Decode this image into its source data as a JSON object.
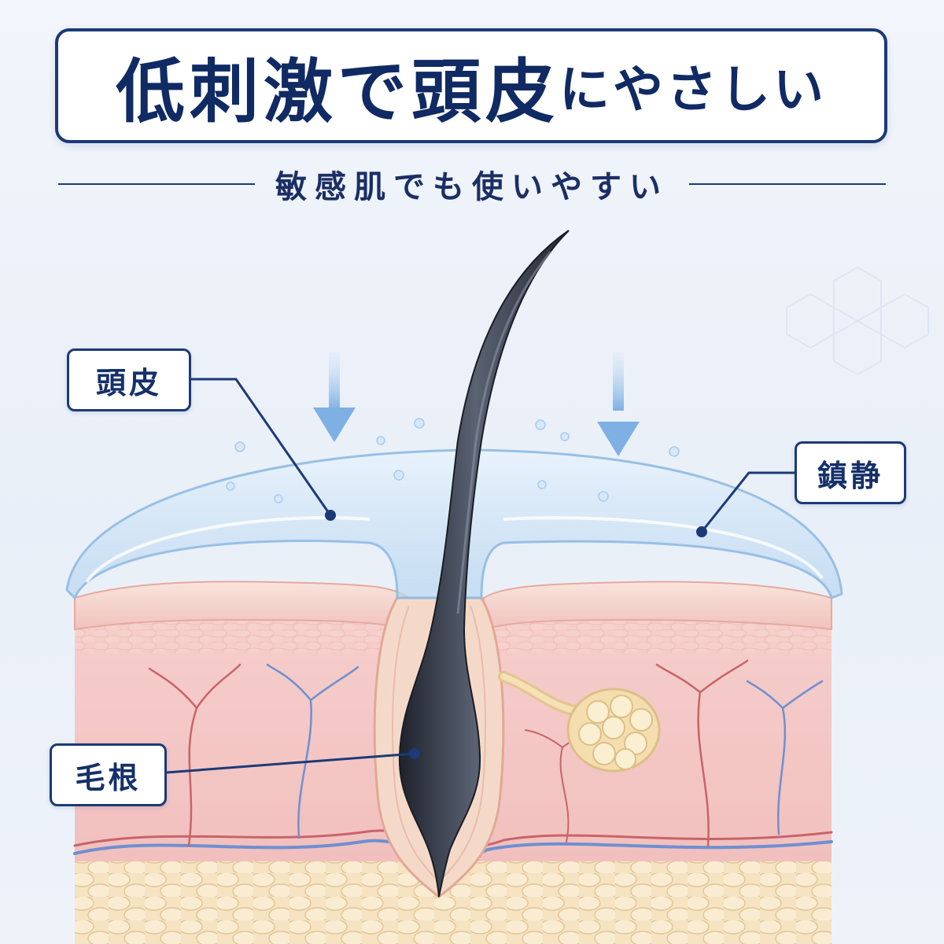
{
  "title": {
    "part1": "低刺激で",
    "part2": "頭皮",
    "part3": "にやさしい"
  },
  "subtitle": "敏感肌でも使いやすい",
  "labels": {
    "scalp": "頭皮",
    "soothing": "鎮静",
    "hair_root": "毛根"
  },
  "colors": {
    "navy": "#1c3a78",
    "hair": "#2f3340",
    "skin": "#f3c6c4",
    "fat": "#f4e0bb",
    "water": "#bcd8f0"
  }
}
